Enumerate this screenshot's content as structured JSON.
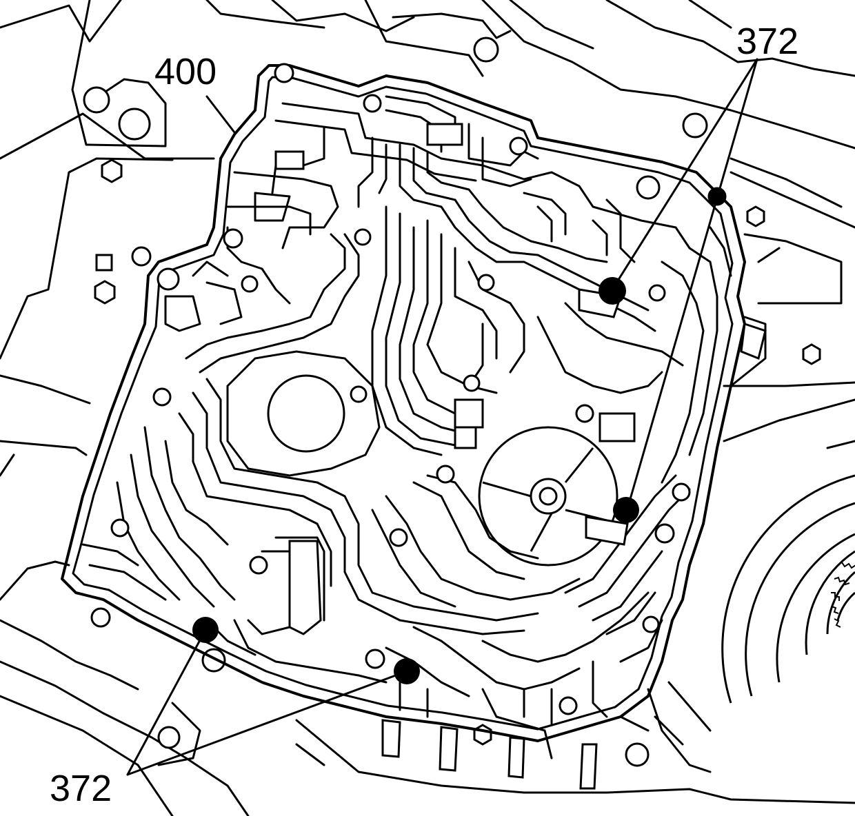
{
  "callouts": {
    "valve_body_spacer_plate": "400",
    "checkball_top_right": "372",
    "checkball_bottom_left": "372"
  },
  "colors": {
    "ink": "#000000",
    "paper": "#ffffff"
  }
}
